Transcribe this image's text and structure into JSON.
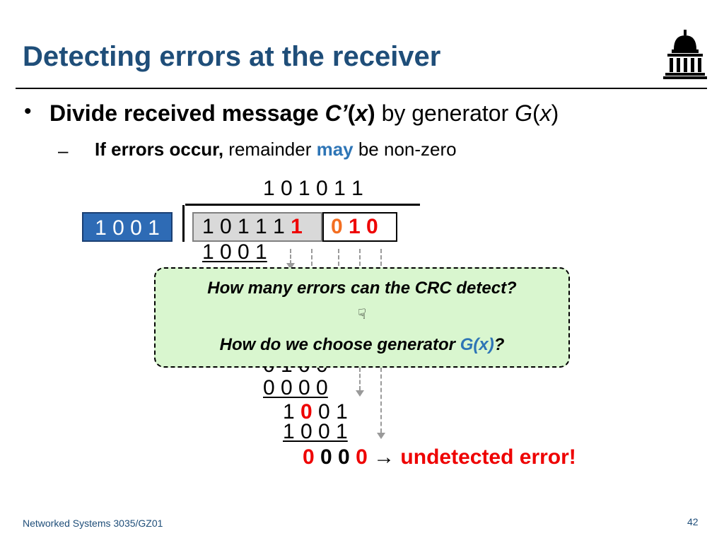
{
  "slide": {
    "title": "Detecting errors at the receiver",
    "bullet1": {
      "bold_part": "Divide received message ",
      "c_prime": "C’",
      "paren_open": "(",
      "x": "x",
      "paren_close": ")",
      "rest": " by generator ",
      "g": "G",
      "gx_open": "(",
      "gx_x": "x",
      "gx_close": ")"
    },
    "bullet2": {
      "dash": "–",
      "bold_part": "If errors occur,",
      "mid": " remainder ",
      "may": "may",
      "end": " be non-zero"
    },
    "bullet_marker": "•"
  },
  "division": {
    "quotient": "1 0 1  0 1 1",
    "generator": "1 0 0 1",
    "message_black": "1 0 1 1 1 ",
    "message_red": "1",
    "remainder": [
      {
        "text": "0",
        "color": "orange"
      },
      {
        "text": " 1 ",
        "color": "red"
      },
      {
        "text": "0",
        "color": "red"
      }
    ],
    "step1": "1 0 0 1",
    "partial_row": "0 1 0  0",
    "step_zero": "0 0 0  0",
    "row_b_pre": "1 ",
    "row_b_red": "0",
    "row_b_post": "  0 1",
    "step_last": "1 0  0 1",
    "result_red1": "0",
    "result_black": "  0 0 ",
    "result_red2": "0",
    "arrow": " → ",
    "result_text": "undetected error!"
  },
  "callout": {
    "question1": "How many errors can the CRC detect?",
    "hand_glyph": "☟",
    "question2_prefix": "How do we choose generator ",
    "question2_gx": "G(x)",
    "question2_suffix": "?"
  },
  "footer": {
    "course": "Networked Systems 3035/GZ01",
    "page_number": "42"
  },
  "colors": {
    "title_blue": "#1F4E79",
    "accent_blue": "#2E75B6",
    "error_red": "#EE0000",
    "orange": "#F36E21",
    "callout_green": "#D9F6CF",
    "generator_box": "#2E6BB5"
  },
  "icons": {
    "logo": "university-building-icon"
  }
}
